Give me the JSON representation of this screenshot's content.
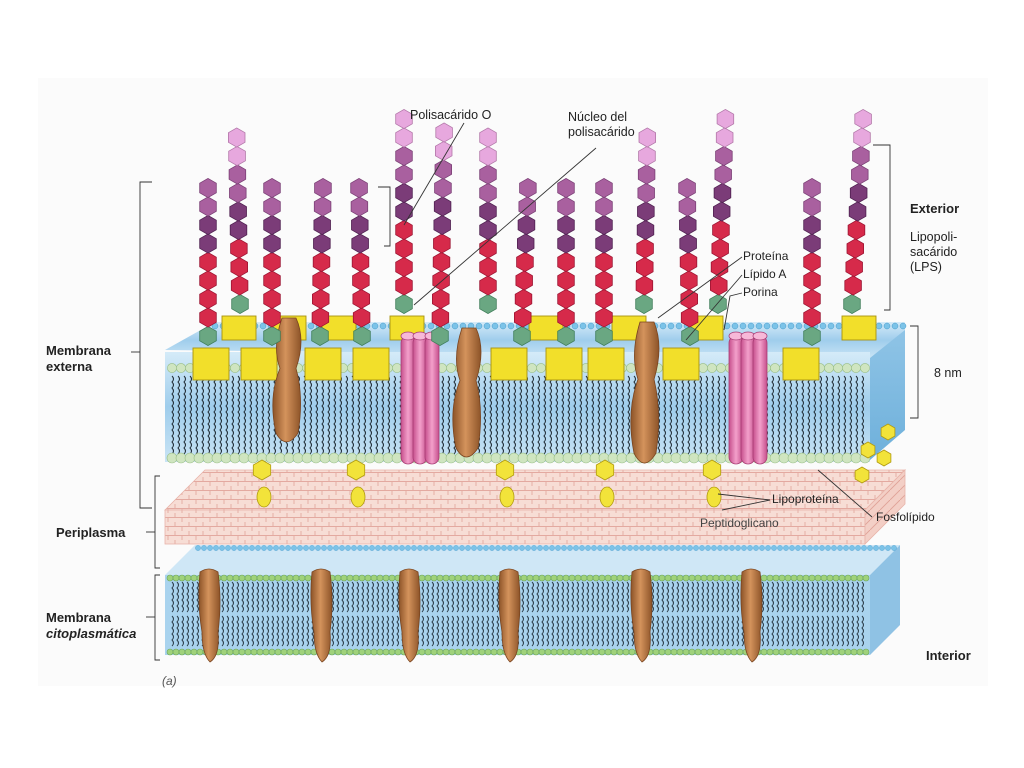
{
  "labels": {
    "polisacarido_o": "Polisacárido O",
    "nucleo_line1": "Núcleo del",
    "nucleo_line2": "polisacárido",
    "exterior": "Exterior",
    "lps_line1": "Lipopoli-",
    "lps_line2": "sacárido",
    "lps_line3": "(LPS)",
    "proteina": "Proteína",
    "lipido_a": "Lípido A",
    "porina": "Porina",
    "thickness": "8 nm",
    "membrana_externa_line1": "Membrana",
    "membrana_externa_line2": "externa",
    "periplasma": "Periplasma",
    "membrana_cito_line1": "Membrana",
    "membrana_cito_line2": "citoplasmática",
    "lipoproteina": "Lipoproteína",
    "fosfolipido": "Fosfolípido",
    "peptidoglicano": "Peptidoglicano",
    "interior": "Interior",
    "panel_letter": "(a)"
  },
  "colors": {
    "polysaccharide_light": "#e7a8de",
    "polysaccharide_mid": "#a9609f",
    "polysaccharide_dark": "#7b3c78",
    "core_red": "#d62a4a",
    "core_green": "#6aa782",
    "lipid_a_yellow": "#f2df2a",
    "protein_brown": "#b77443",
    "porin_pink": "#e47ab0",
    "membrane_blue": "#a9d3ee",
    "head_green": "#cfe5c0",
    "head_blue": "#7cc3e8",
    "peptidoglycan": "#f5d8d0",
    "lipoprotein": "#f2e33a"
  }
}
